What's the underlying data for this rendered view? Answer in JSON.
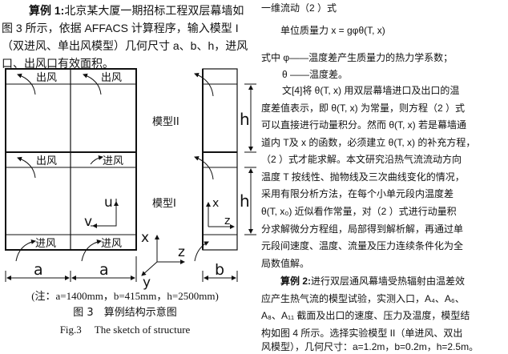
{
  "left_text": {
    "example1_label": "算例 1:",
    "line1": "北京某大厦一期招标工程双层幕墙如",
    "line2": "图 3 所示，依据 AFFACS 计算程序，输入模型 I",
    "line3": "（双进风、单出风模型）几何尺寸 a、b、h，进风",
    "line4": "口、出风口有效面积。"
  },
  "figure": {
    "outlet": "出风",
    "inlet": "进风",
    "model2": "模型II",
    "model1": "模型I",
    "axis_x": "x",
    "axis_y": "y",
    "axis_z": "z",
    "axis_u": "u",
    "axis_v": "v",
    "dim_a": "a",
    "dim_b": "b",
    "dim_h": "h",
    "note": "(注：a=1400mm，b=415mm，h=2500mm)",
    "caption_cn": "图 3　算例结构示意图",
    "caption_en": "Fig.3　 The sketch of structure"
  },
  "right_text": {
    "lines": [
      "一维流动（2 ）式",
      "单位质量力 x = gφθ(T, x)",
      "式中 φ——温度差产生质量力的热力学系数；",
      "θ ——温度差。",
      "文[4]将 θ(T, x) 用双层幕墙进口及出口的温",
      "度差值表示，即 θ(T, x) 为常量，则方程（2 ）式",
      "可以直接进行动量积分。然而 θ(T, x) 若是幕墙通",
      "道内 T及 x 的函数，必须建立 θ(T, x) 的补充方程，",
      "（2 ）式才能求解。本文研究沿热气流流动方向",
      "温度 T 按线性、抛物线及三次曲线变化的情况，",
      "采用有限分析方法，在每个小单元段内温度差",
      "θ(T, x₀) 近似看作常量，对（2 ）式进行动量积",
      "分求解微分方程组，局部得到解析解，再通过单",
      "元段间速度、温度、流量及压力连续条件化为全",
      "局数值解。"
    ],
    "example2_label": "算例 2:",
    "example2_lines": [
      "进行双层通风幕墙受热辐射由温差效",
      "应产生热气流的模型试验，实测入口，A₄、A₆、",
      "A₈、A₁₁ 截面及出口的速度、压力及温度，模型结",
      "构如图 4 所示。选择实验模型 II（单进风、双出",
      "风模型），几何尺寸：a=1.2m，b=0.2m，h=2.5m。"
    ]
  }
}
